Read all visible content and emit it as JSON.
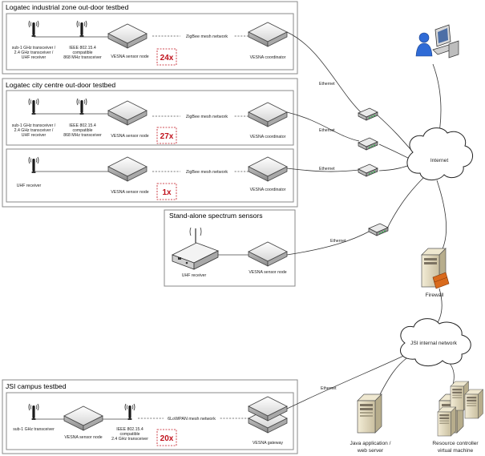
{
  "testbeds": {
    "industrial": {
      "title": "Logatec industrial zone out-door testbed",
      "antenna1_label": [
        "sub-1 GHz transceiver /",
        "2.4 GHz transceiver /",
        "UHF receiver"
      ],
      "antenna2_label": [
        "IEEE 802.15.4",
        "compatible",
        "868 MHz transceiver"
      ],
      "node_label": "VESNA sensor node",
      "count": "24x",
      "mesh_label": "ZigBee mesh network",
      "coordinator_label": "VESNA coordinator"
    },
    "city": {
      "title": "Logatec city centre out-door testbed",
      "antenna1_label": [
        "sub-1 GHz transceiver /",
        "2.4 GHz transceiver /",
        "UHF receiver"
      ],
      "antenna2_label": [
        "IEEE 802.15.4",
        "compatible",
        "868 MHz transceiver"
      ],
      "node_label": "VESNA sensor node",
      "count": "27x",
      "mesh_label": "ZigBee mesh network",
      "coordinator_label": "VESNA coordinator",
      "uhf_label": "UHF receiver",
      "node2_label": "VESNA sensor node",
      "count2": "1x",
      "mesh2_label": "ZigBee mesh network",
      "coordinator2_label": "VESNA coordinator"
    },
    "standalone": {
      "title": "Stand-alone spectrum sensors",
      "uhf_label": "UHF receiver",
      "node_label": "VESNA sensor node"
    },
    "campus": {
      "title": "JSI campus testbed",
      "antenna1_label": [
        "sub-1 GHz transceiver"
      ],
      "node_label": "VESNA sensor node",
      "antenna2_label": [
        "IEEE 802.15.4",
        "compatible",
        "2.4 GHz transceiver"
      ],
      "count": "20x",
      "mesh_label": "6LoWPAN mesh network",
      "gateway_label": "VESNA gateway"
    }
  },
  "network": {
    "ethernet_label": "Ethernet",
    "internet_label": "Internet",
    "firewall_label": "Firewall",
    "internal_label": "JSI internal network",
    "webserver_label": [
      "Java application /",
      "web server"
    ],
    "controller_label": [
      "Resource controller",
      "virtual machine"
    ]
  },
  "colors": {
    "count_red": "#c0121c",
    "box_border": "#888888",
    "user_blue": "#2f6bd6",
    "firewall_orange": "#d96a1c"
  }
}
